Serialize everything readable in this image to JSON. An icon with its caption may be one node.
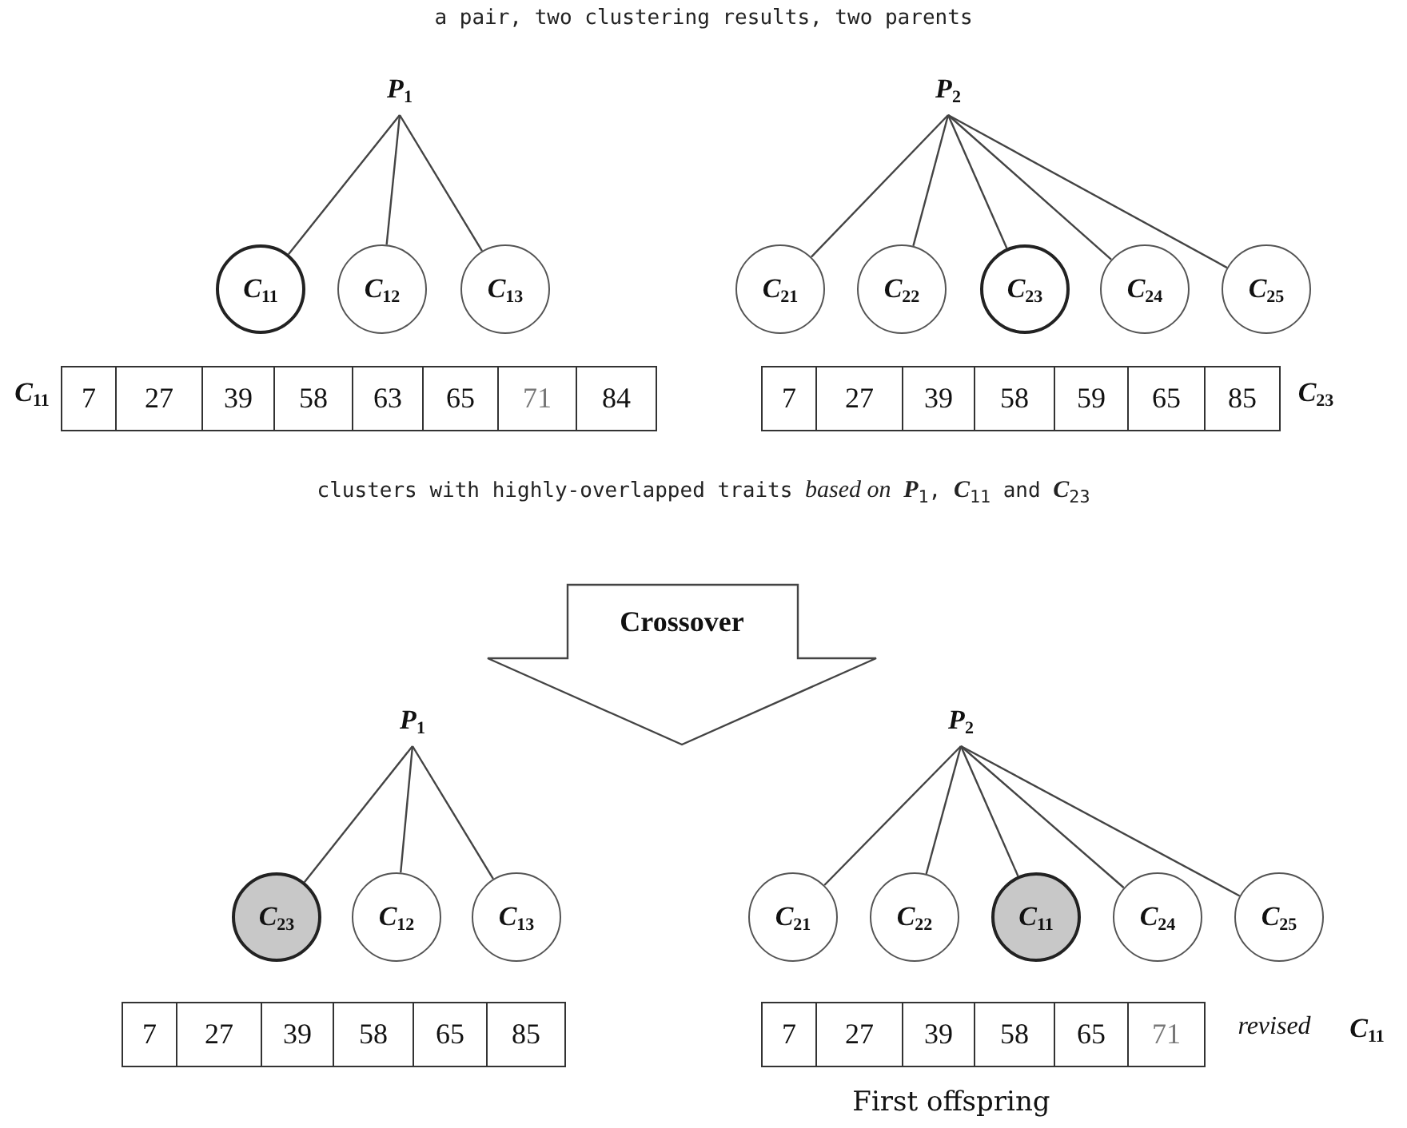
{
  "diagram": {
    "title": "a pair, two clustering results, two parents",
    "nodes": [
      {
        "text": [
          "*P*$_{1}$"
        ]
      },
      {
        "text": [
          "*C*$_{11}$"
        ]
      },
      {
        "text": [
          "*C*$_{12}$"
        ]
      },
      {
        "text": [
          "*C*$_{13}$"
        ]
      },
      {
        "text": [
          "*P*$_{2}$"
        ]
      },
      {
        "text": [
          "*C*$_{21}$"
        ]
      },
      {
        "text": [
          "*C*$_{22}$"
        ]
      },
      {
        "text": [
          "*C*$_{23}$"
        ]
      },
      {
        "text": [
          "*C*$_{24}$"
        ]
      },
      {
        "text": [
          "*C*$_{25}$"
        ]
      },
      {
        "text": [
          "Crossover"
        ]
      },
      {
        "text": [
          "*P*$_{1}$"
        ]
      },
      {
        "text": [
          "*C*$_{23}$"
        ]
      },
      {
        "text": [
          "*C*$_{12}$"
        ]
      },
      {
        "text": [
          "*C*$_{13}$"
        ]
      },
      {
        "text": [
          "*P*$_{2}$"
        ]
      },
      {
        "text": [
          "*C*$_{21}$"
        ]
      },
      {
        "text": [
          "*C*$_{22}$"
        ]
      },
      {
        "text": [
          "*C*$_{11}$"
        ]
      },
      {
        "text": [
          "*C*$_{24}$"
        ]
      },
      {
        "text": [
          "*C*$_{25}$"
        ]
      }
    ],
    "edges": [
      {
        "from": 0,
        "to": 1,
        "arrow": "none"
      },
      {
        "from": 0,
        "to": 2,
        "arrow": "none"
      },
      {
        "from": 0,
        "to": 3,
        "arrow": "none"
      },
      {
        "from": 4,
        "to": 5,
        "arrow": "none"
      },
      {
        "from": 4,
        "to": 6,
        "arrow": "none"
      },
      {
        "from": 4,
        "to": 7,
        "arrow": "none"
      },
      {
        "from": 4,
        "to": 8,
        "arrow": "none"
      },
      {
        "from": 4,
        "to": 9,
        "arrow": "none"
      },
      {
        "from": 11,
        "to": 12,
        "arrow": "none"
      },
      {
        "from": 11,
        "to": 13,
        "arrow": "none"
      },
      {
        "from": 11,
        "to": 14,
        "arrow": "none"
      },
      {
        "from": 15,
        "to": 16,
        "arrow": "none"
      },
      {
        "from": 15,
        "to": 17,
        "arrow": "none"
      },
      {
        "from": 15,
        "to": 18,
        "arrow": "none"
      },
      {
        "from": 15,
        "to": 19,
        "arrow": "none"
      },
      {
        "from": 15,
        "to": 20,
        "arrow": "none"
      }
    ],
    "labels": [
      "*C*$_{11}$",
      "7",
      "27",
      "39",
      "58",
      "63",
      "65",
      "71",
      "84",
      "7",
      "27",
      "39",
      "58",
      "59",
      "65",
      "85",
      "*C*$_{23}$",
      "clusters with highly-overlapped traits *based on* **P**$_{1}$, **C**$_{11}$ and **C**$_{23}$",
      "7",
      "27",
      "39",
      "58",
      "65",
      "85",
      "7",
      "27",
      "39",
      "58",
      "65",
      "71",
      "revised",
      "*C*$_{11}$",
      "First offspring"
    ]
  }
}
